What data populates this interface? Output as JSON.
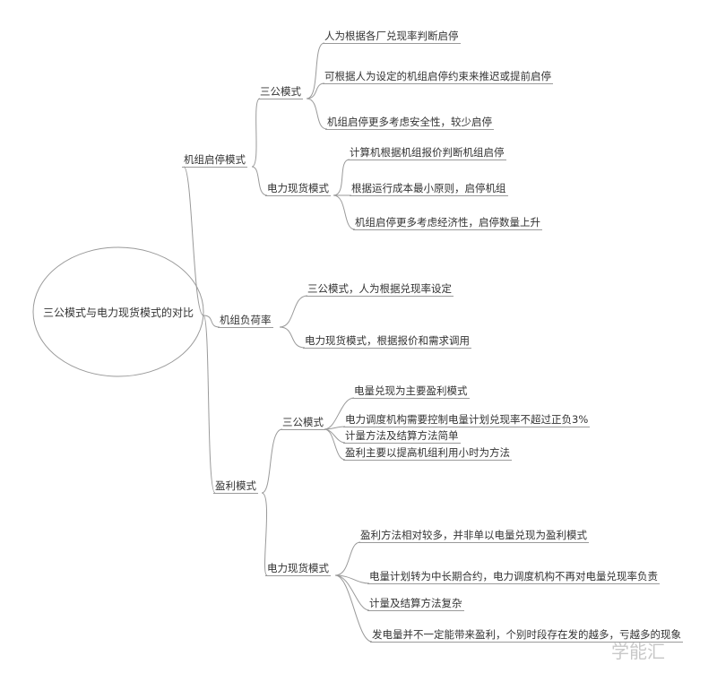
{
  "root": "三公模式与电力现货模式的对比",
  "branches": [
    {
      "label": "机组启停模式",
      "children": [
        {
          "label": "三公模式",
          "leaves": [
            "人为根据各厂兑现率判断启停",
            "可根据人为设定的机组启停约束来推迟或提前启停",
            "机组启停更多考虑安全性，较少启停"
          ]
        },
        {
          "label": "电力现货模式",
          "leaves": [
            "计算机根据机组报价判断机组启停",
            "根据运行成本最小原则，启停机组",
            "机组启停更多考虑经济性，启停数量上升"
          ]
        }
      ]
    },
    {
      "label": "机组负荷率",
      "leaves": [
        "三公模式，人为根据兑现率设定",
        "电力现货模式，根据报价和需求调用"
      ]
    },
    {
      "label": "盈利模式",
      "children": [
        {
          "label": "三公模式",
          "leaves": [
            "电量兑现为主要盈利模式",
            "电力调度机构需要控制电量计划兑现率不超过正负3%",
            "计量方法及结算方法简单",
            "盈利主要以提高机组利用小时为方法"
          ]
        },
        {
          "label": "电力现货模式",
          "leaves": [
            "盈利方法相对较多，并非单以电量兑现为盈利模式",
            "电量计划转为中长期合约，电力调度机构不再对电量兑现率负责",
            "计量及结算方法复杂",
            "发电量并不一定能带来盈利，个别时段存在发的越多，亏越多的现象"
          ]
        }
      ]
    }
  ],
  "watermark": "学能汇"
}
